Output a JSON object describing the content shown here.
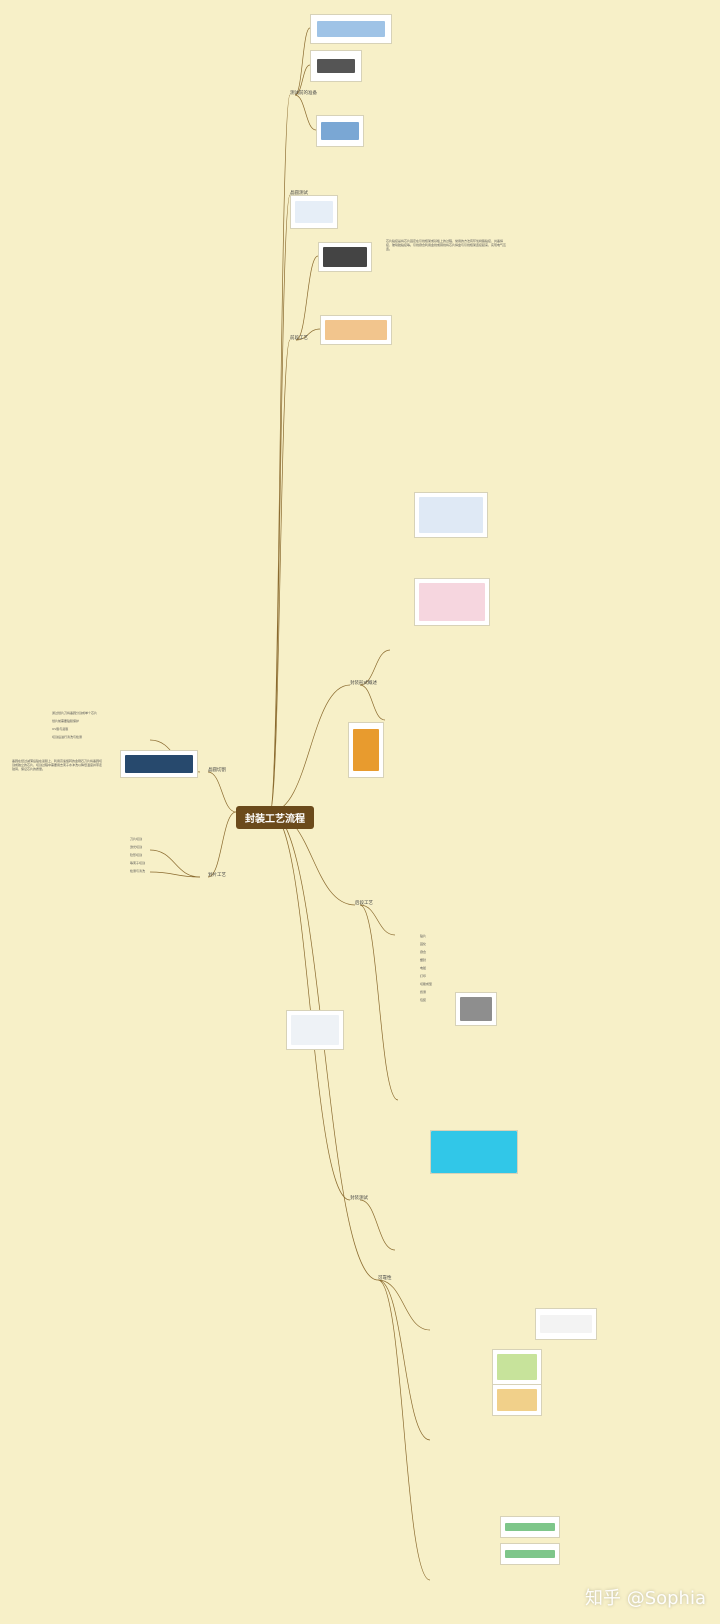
{
  "root": {
    "label": "封装工艺流程"
  },
  "branches": {
    "pretest": "测试前的准备",
    "wafer_test": "晶圆测试",
    "front_process": "前段工艺",
    "packaging": "封装形式概述",
    "back_process": "后段工艺",
    "final_test": "封装测试",
    "inspect": "可靠性",
    "left_a": "晶圆切割",
    "left_b": "划片工艺"
  },
  "left_notes": [
    "通过划片刀将晶圆分割成单个芯片",
    "划片前需要贴膜保护",
    "UV膜与蓝膜",
    "切割后进行清洗与检测"
  ],
  "left_paragraph": "晶圆在经过减薄后贴在蓝膜上，利用高速旋转的金刚石刀片将晶圆切割成独立的芯片，切割过程中需要用去离子水冲洗以降低温度并带走硅屑，保证芯片的质量。",
  "left_small_items": [
    "刀片切割",
    "激光切割",
    "隐形切割",
    "等离子切割",
    "检测与清洗"
  ],
  "right_small_items": [
    "贴片",
    "固化",
    "键合",
    "塑封",
    "电镀",
    "打印",
    "切筋成型",
    "终测",
    "包装"
  ],
  "right_paragraph": "芯片粘接是将芯片固定在引线框架或基板上的过程，常用的方法有环氧树脂粘接、共晶焊接、玻璃胶粘接等。引线键合利用金线或铜线将芯片焊盘与引线框架连接起来，实现电气互连。",
  "watermark": "知乎 @Sophia",
  "colors": {
    "background": "#f7f0c8",
    "root_bg": "#6b4a1b",
    "line": "#8a6a2e"
  }
}
